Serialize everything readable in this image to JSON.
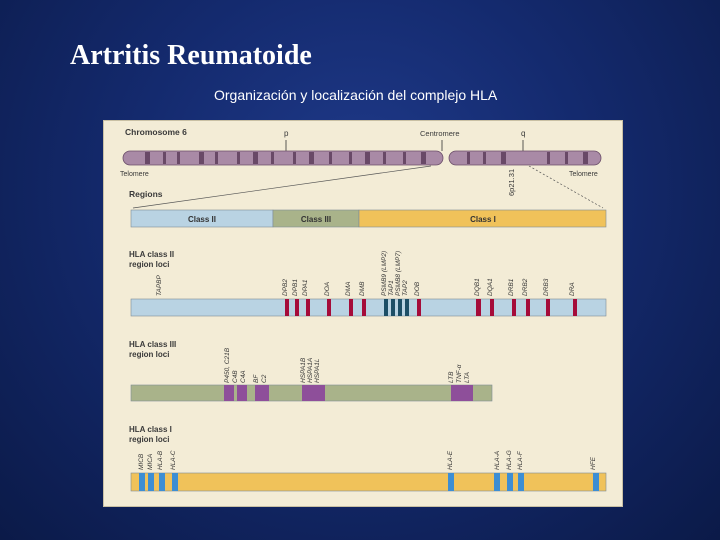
{
  "slide": {
    "title": "Artritis Reumatoide",
    "subtitle": "Organización  y  localización del complejo HLA"
  },
  "figure": {
    "chromosome": {
      "label": "Chromosome 6",
      "p_arm": "p",
      "q_arm": "q",
      "centromere": "Centromere",
      "telomere_left": "Telomere",
      "telomere_right": "Telomere",
      "band": "6p21.31"
    },
    "regions": {
      "heading": "Regions",
      "class_ii": "Class II",
      "class_iii": "Class III",
      "class_i": "Class I"
    },
    "class_ii_loci": {
      "heading": [
        "HLA class II",
        "region loci"
      ],
      "genes": [
        "TAPBP",
        "DPB2",
        "DPB1",
        "DPA1",
        "DOA",
        "DMA",
        "DMB",
        "PSMB9 (LMP2)",
        "TAP1",
        "PSMB8 (LMP7)",
        "TAP2",
        "DOB",
        "DQB1",
        "DQA1",
        "DRB1",
        "DRB2",
        "DRB3",
        "DRA"
      ]
    },
    "class_iii_loci": {
      "heading": [
        "HLA class III",
        "region loci"
      ],
      "genes": [
        "P450, C21B",
        "C4B",
        "C4A",
        "BF",
        "C2",
        "HSPA1B",
        "HSPA1A",
        "HSPA1L",
        "LTB",
        "TNF-α",
        "LTA"
      ]
    },
    "class_i_loci": {
      "heading": [
        "HLA class I",
        "region loci"
      ],
      "genes": [
        "MICB",
        "MICA",
        "HLA-B",
        "HLA-C",
        "HLA-E",
        "HLA-A",
        "HLA-G",
        "HLA-F",
        "HFE"
      ]
    },
    "colors": {
      "chromosome": "#a98aa6",
      "class_ii_bar": "#b9d3e3",
      "class_iii_bar": "#a9b38a",
      "class_i_bar": "#f0c25a",
      "class_ii_marker": "#a50c3a",
      "class_ii_tap_marker": "#1c4e66",
      "class_iii_marker": "#8e4f9a",
      "class_i_marker": "#3d8ed3"
    }
  }
}
